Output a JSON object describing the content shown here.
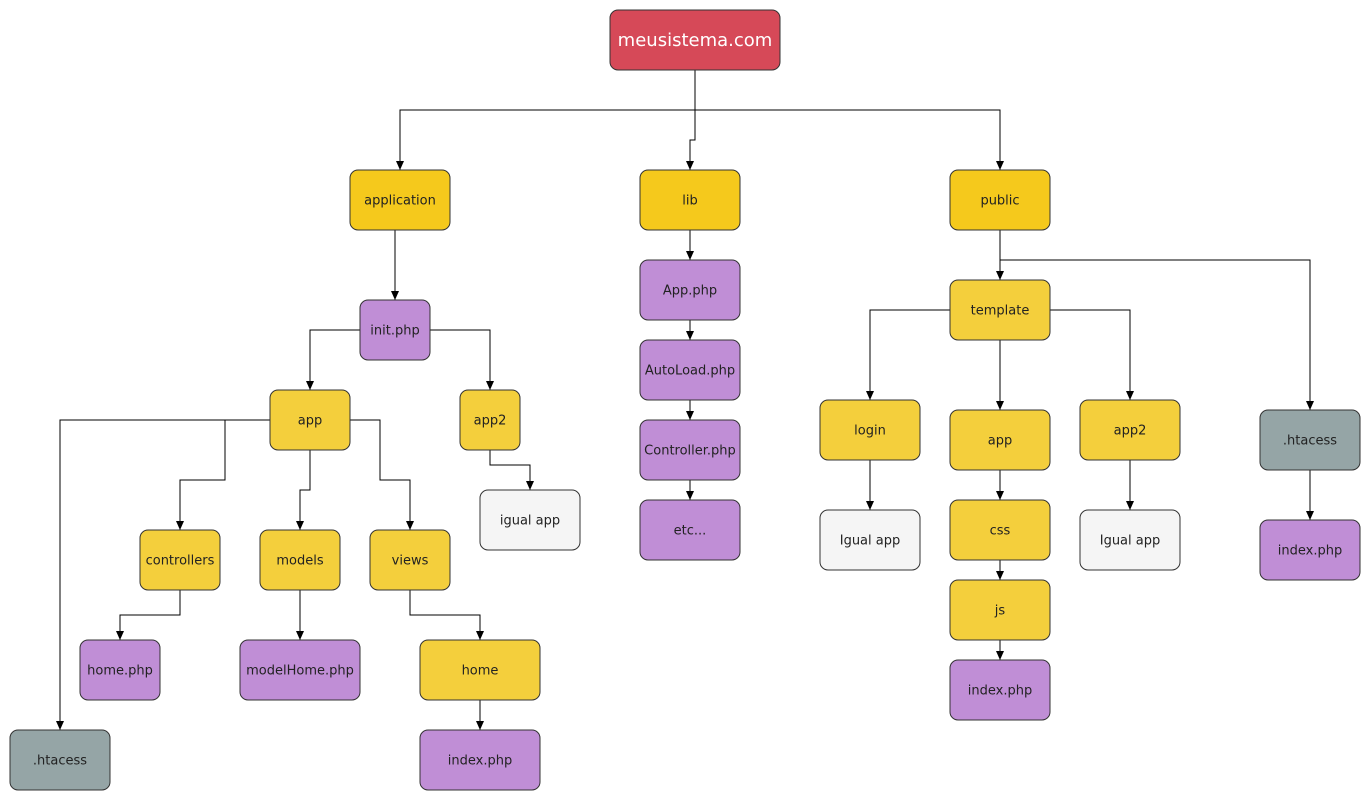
{
  "colors": {
    "root": "#d64958",
    "folder": "#f4cf3c",
    "folder_top": "#f5c91c",
    "php": "#c08ed6",
    "htaccess": "#95a5a6",
    "copy": "#f5f5f5"
  },
  "nodes": {
    "root": "meusistema.com",
    "application": "application",
    "lib": "lib",
    "public": "public",
    "init_php": "init.php",
    "app": "app",
    "app2": "app2",
    "igual_app_1": "igual app",
    "htaccess_1": ".htacess",
    "controllers": "controllers",
    "models": "models",
    "views": "views",
    "home_php": "home.php",
    "modelhome_php": "modelHome.php",
    "home": "home",
    "index_php_1": "index.php",
    "app_php": "App.php",
    "autoload_php": "AutoLoad.php",
    "controller_php": "Controller.php",
    "etc": "etc...",
    "template": "template",
    "login": "login",
    "pub_app": "app",
    "pub_app2": "app2",
    "htaccess_2": ".htacess",
    "igual_app_2": "Igual app",
    "css": "css",
    "js": "js",
    "index_php_2": "index.php",
    "igual_app_3": "Igual app",
    "index_php_3": "index.php"
  }
}
